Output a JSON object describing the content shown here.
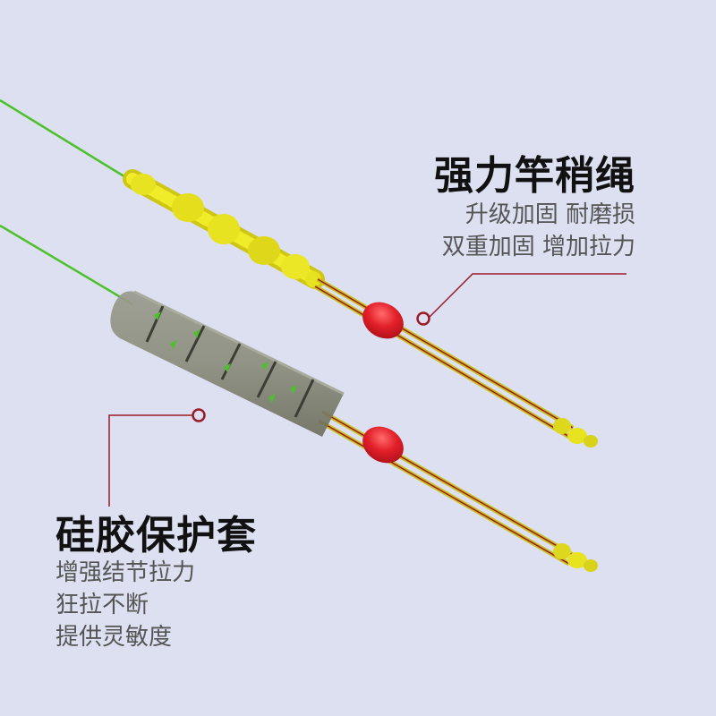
{
  "callout_top": {
    "title": "强力竿稍绳",
    "lines": [
      "升级加固 耐磨损",
      "双重加固 增加拉力"
    ]
  },
  "callout_bottom": {
    "title": "硅胶保护套",
    "lines": [
      "增强结节拉力",
      "狂拉不断",
      "提供灵敏度"
    ]
  },
  "colors": {
    "background": "#dde0f0",
    "line_green": "#4cc12a",
    "braid_yellow": "#e4e21a",
    "bead_red": "#e0202a",
    "leader_red": "#9b1a28",
    "sleeve_gray": "#7f8174"
  }
}
